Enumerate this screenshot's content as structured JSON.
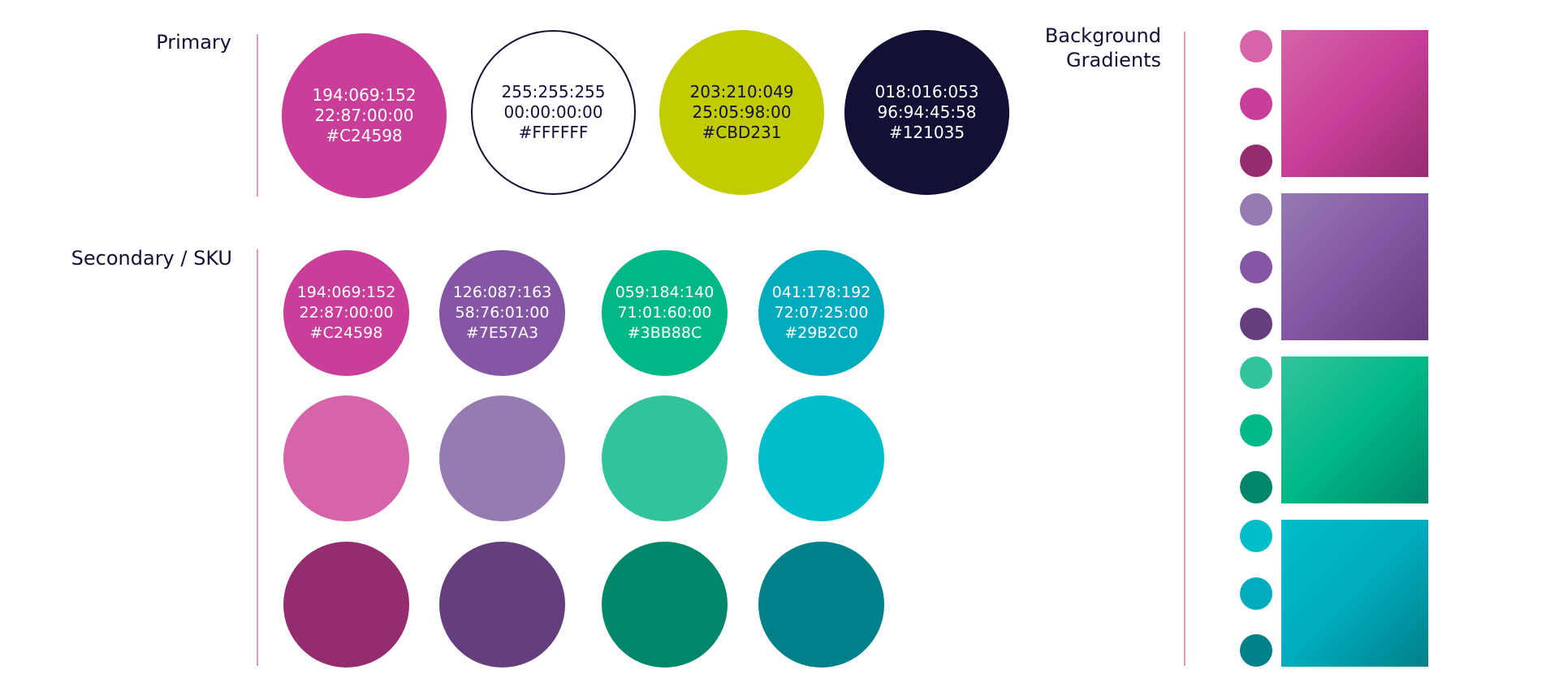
{
  "labels": {
    "primary": "Primary",
    "secondary": "Secondary / SKU",
    "gradients_line1": "Background",
    "gradients_line2": "Gradients"
  },
  "primary": [
    {
      "rgb": "194:069:152",
      "cmyk": "22:87:00:00",
      "hex": "#C24598",
      "fill": "#C83E98"
    },
    {
      "rgb": "255:255:255",
      "cmyk": "00:00:00:00",
      "hex": "#FFFFFF",
      "fill": "#FFFFFF"
    },
    {
      "rgb": "203:210:049",
      "cmyk": "25:05:98:00",
      "hex": "#CBD231",
      "fill": "#C2CC00"
    },
    {
      "rgb": "018:016:053",
      "cmyk": "96:94:45:58",
      "hex": "#121035",
      "fill": "#121035"
    }
  ],
  "secondary": [
    {
      "rgb": "194:069:152",
      "cmyk": "22:87:00:00",
      "hex": "#C24598",
      "fill": "#C83E98",
      "light": "#D664A8",
      "dark": "#962C70"
    },
    {
      "rgb": "126:087:163",
      "cmyk": "58:76:01:00",
      "hex": "#7E57A3",
      "fill": "#8456A3",
      "light": "#967AB2",
      "dark": "#653E7E"
    },
    {
      "rgb": "059:184:140",
      "cmyk": "71:01:60:00",
      "hex": "#3BB88C",
      "fill": "#00B886",
      "light": "#33C39C",
      "dark": "#00876A"
    },
    {
      "rgb": "041:178:192",
      "cmyk": "72:07:25:00",
      "hex": "#29B2C0",
      "fill": "#00ABBE",
      "light": "#00BDCA",
      "dark": "#008089"
    }
  ],
  "gradients": [
    {
      "light": "#D664A8",
      "mid": "#C83E98",
      "dark": "#962C70"
    },
    {
      "light": "#967AB2",
      "mid": "#8456A3",
      "dark": "#653E7E"
    },
    {
      "light": "#33C39C",
      "mid": "#00B886",
      "dark": "#00876A"
    },
    {
      "light": "#00BDCA",
      "mid": "#00ABBE",
      "dark": "#008089"
    }
  ]
}
